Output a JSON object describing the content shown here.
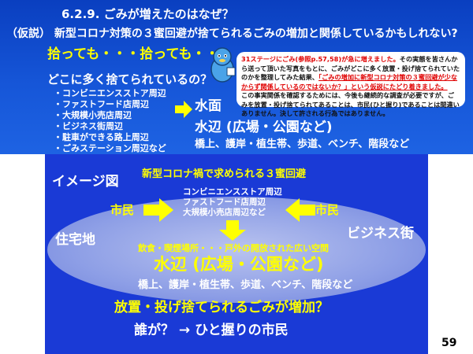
{
  "header": {
    "title": "6.2.9. ごみが増えたのはなぜ？",
    "subtitle": "（仮説） 新型コロナ対策の３蜜回避が捨てられるごみの増加と関係しているかもしれない?",
    "throw_text": "拾っても・・・拾っても・・・"
  },
  "top_left": {
    "question": "どこに多く捨てられているの？",
    "locations": [
      "・コンビニエンスストア周辺",
      "・ファストフード店周辺",
      "・大規模小売店周辺",
      "・ビジネス街周辺",
      "・駐車ができる路上周辺",
      "・ごみステーション周辺など"
    ],
    "dest1": "水面",
    "dest2": "水辺 (広場・公園など)",
    "dest3": "橋上、護岸・植生帯、歩道、ベンチ、階段など"
  },
  "note": {
    "part1_red": "31ステージにごみ(参照p.57,58)が急に増えました。",
    "part2": "その実態を皆さんから送って頂いた写真をもとに、ごみがどこに多く放置・投げ捨てられていたのかを整理してみた結果、",
    "part3_u": "「ごみの増加に新型コロナ対策の３蜜回避が少なからず関係しているのではないか？」という仮説にたどり着きました。",
    "part4": "この事実関係を確認するためには、今後も継続的な調査が必要ですが、ごみを放置・投げ捨てられてあることは、市民(ひと握り)であることは間違いありません。決して許される行為ではありません。"
  },
  "diagram": {
    "image_label": "イメージ図",
    "covid_title": "新型コロナ禍で求められる３蜜回避",
    "citizen_left": "市民",
    "citizen_right": "市民",
    "home": "住宅地",
    "business": "ビジネス街",
    "conv_lines": [
      "コンビニエンスストア周辺",
      "ファストフード店周辺",
      "大規模小売店周辺など"
    ],
    "context": "飲食・喫煙場所・・・戸外の開放された広い空間",
    "dest_big": "水辺 (広場・公園など)",
    "dest_b3": "橋上、護岸・植生帯、歩道、ベンチ、階段など",
    "increase": "放置・投げ捨てられるごみが増加？",
    "who": "誰が？ → ひと握りの市民"
  },
  "footer": {
    "page": "59"
  },
  "colors": {
    "top_bg": "#1656d8",
    "bottom_bg": "#1a3ad6",
    "accent": "#ffff00"
  },
  "icons": {
    "mascot": "kappa-mascot-icon",
    "arrows": "yellow-right-arrow-icon"
  }
}
